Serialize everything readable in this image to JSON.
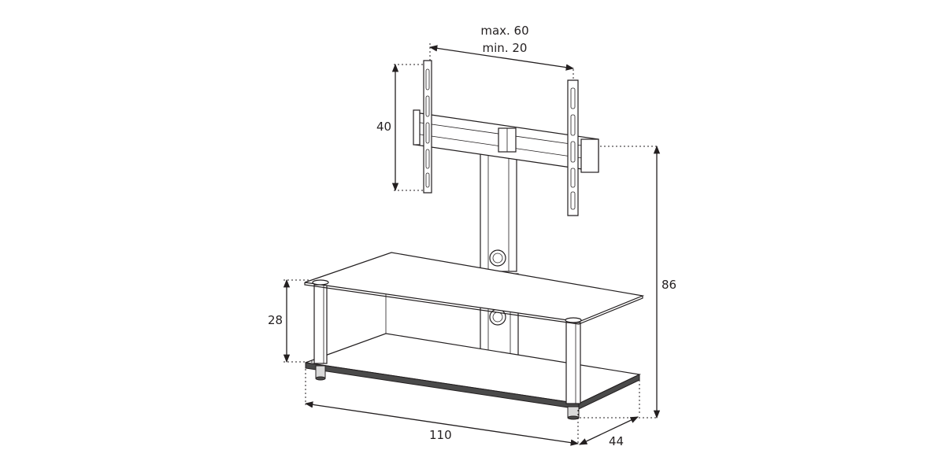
{
  "dimensions": {
    "width_max": "max. 60",
    "width_min": "min. 20",
    "bracket_height": "40",
    "total_height": "86",
    "shelf_gap": "28",
    "length": "110",
    "depth": "44"
  }
}
